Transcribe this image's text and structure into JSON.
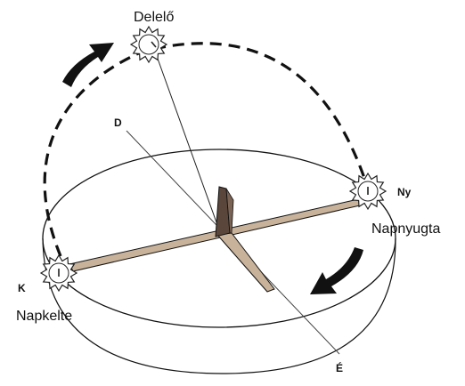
{
  "labels": {
    "noon": "Delelő",
    "sunset": "Napnyugta",
    "sunrise": "Napkelte"
  },
  "directions": {
    "south": "D",
    "north": "É",
    "west": "Ny",
    "east": "K"
  },
  "icons": {
    "sun": "sun-icon",
    "arrow": "arrow-icon"
  },
  "colors": {
    "line": "#111111",
    "shadow_fill": "#c8b29a",
    "gnomon_fill": "#5a463a"
  }
}
